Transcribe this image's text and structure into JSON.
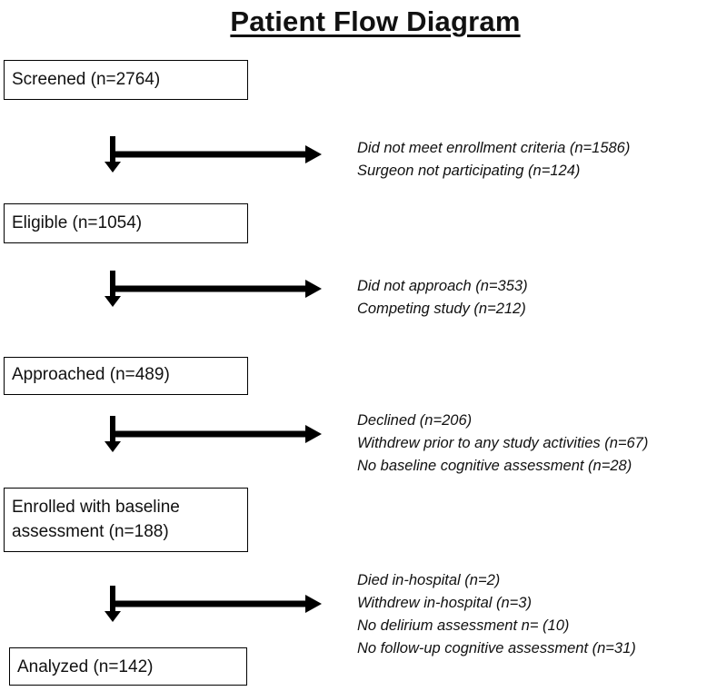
{
  "title": "Patient Flow Diagram",
  "boxes": [
    {
      "lines": [
        "Screened (n=2764)"
      ]
    },
    {
      "lines": [
        "Eligible (n=1054)"
      ]
    },
    {
      "lines": [
        "Approached (n=489)"
      ]
    },
    {
      "lines": [
        "Enrolled with baseline",
        "assessment (n=188)"
      ]
    },
    {
      "lines": [
        "Analyzed (n=142)"
      ]
    }
  ],
  "exclusions": [
    {
      "lines": [
        "Did not meet enrollment criteria (n=1586)",
        "Surgeon not participating (n=124)"
      ]
    },
    {
      "lines": [
        "Did not approach (n=353)",
        "Competing study (n=212)"
      ]
    },
    {
      "lines": [
        "Declined (n=206)",
        "Withdrew prior to any study activities (n=67)",
        "No baseline cognitive assessment (n=28)"
      ]
    },
    {
      "lines": [
        "Died in-hospital (n=2)",
        "Withdrew in-hospital (n=3)",
        "No delirium assessment n= (10)",
        "No follow-up cognitive assessment (n=31)"
      ]
    }
  ],
  "colors": {
    "line": "#000000",
    "background": "#ffffff"
  }
}
